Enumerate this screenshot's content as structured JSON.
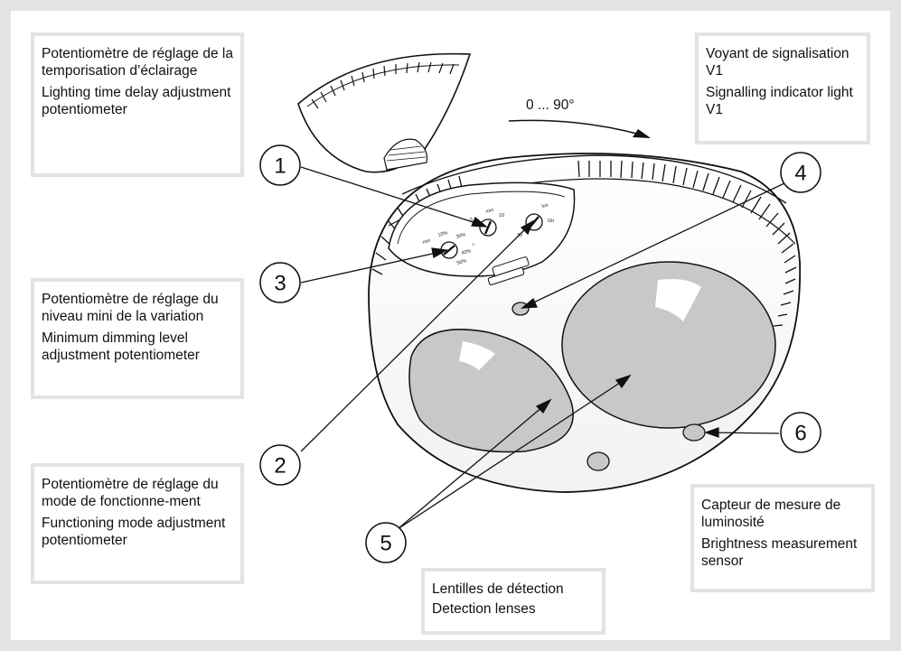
{
  "labels": {
    "l1": {
      "fr": "Potentiomètre de réglage de la temporisation d’éclairage",
      "en": "Lighting time delay adjustment potentiometer"
    },
    "l4": {
      "fr": "Voyant de signalisation V1",
      "en": "Signalling indicator light V1"
    },
    "l3": {
      "fr": "Potentiomètre de réglage du niveau mini de la variation",
      "en": "Minimum dimming level adjustment potentiometer"
    },
    "l2": {
      "fr": "Potentiomètre de réglage du mode de fonctionne-ment",
      "en": "Functioning mode adjustment potentiometer"
    },
    "l6": {
      "fr": "Capteur de mesure de luminosité",
      "en": "Brightness measurement sensor"
    },
    "l5": {
      "fr": "Lentilles de détection",
      "en": "Detection lenses"
    }
  },
  "callouts": {
    "n1": "1",
    "n2": "2",
    "n3": "3",
    "n4": "4",
    "n5": "5",
    "n6": "6"
  },
  "rotation_label": "0 ... 90°",
  "dial_marks": {
    "time": "min",
    "lux": "lux",
    "dim": "min",
    "on": "On",
    "pct": [
      "10%",
      "20%",
      "30%",
      "40%",
      "50%"
    ],
    "nums": [
      "5",
      "10",
      "15",
      "30"
    ]
  },
  "colors": {
    "frame": "#e3e3e3",
    "lens": "#c8c8c8",
    "line": "#111111"
  }
}
